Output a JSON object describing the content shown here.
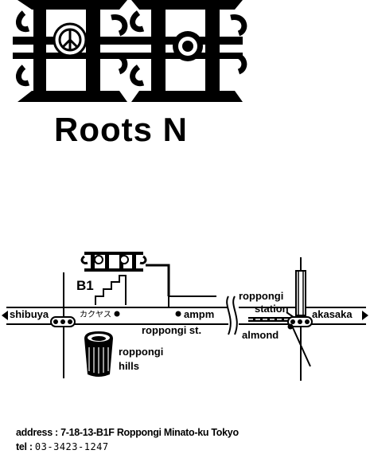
{
  "logo": {
    "wordmark": "Roots N",
    "peace_symbol": "☮"
  },
  "map": {
    "labels": {
      "shibuya": "shibuya",
      "akasaka": "akasaka",
      "b1": "B1",
      "kakuyasu": "カクヤス",
      "ampm": "ampm",
      "roppongi_st": "roppongi st.",
      "roppongi_station_1": "roppongi",
      "roppongi_station_2": "station",
      "almond": "almond",
      "roppongi_hills_1": "roppongi",
      "roppongi_hills_2": "hills"
    },
    "colors": {
      "ink": "#000000",
      "paper": "#ffffff"
    }
  },
  "footer": {
    "address_label": "address :",
    "address_value": "7-18-13-B1F Roppongi Minato-ku Tokyo",
    "tel_label": "tel :",
    "tel_value": "03-3423-1247"
  }
}
